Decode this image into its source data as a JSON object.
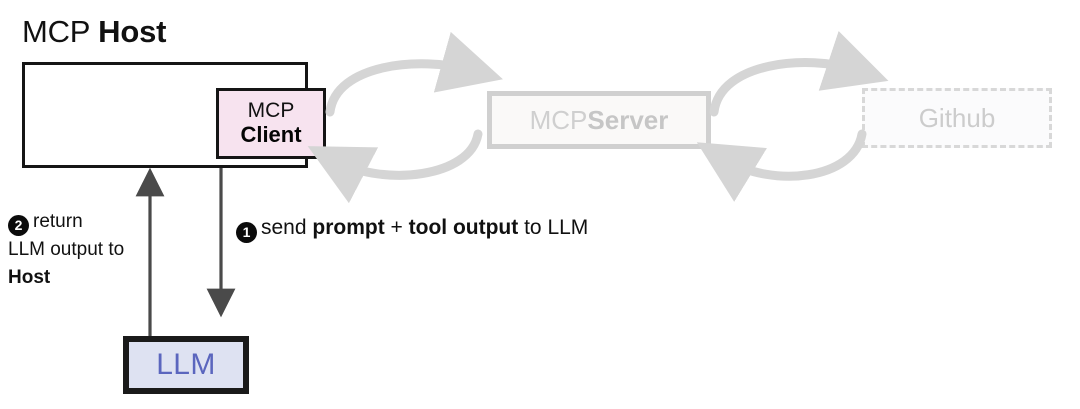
{
  "diagram": {
    "title_regular": "MCP ",
    "title_bold": "Host",
    "host_box_name": "MCP Host container"
  },
  "nodes": {
    "mcp_client": {
      "line1": "MCP",
      "line2": "Client",
      "fill": "#F7E3EF",
      "border": "#151515"
    },
    "mcp_server": {
      "label_regular": "MCP ",
      "label_bold": "Server",
      "fill": "#FAF9F8",
      "border": "#D0D0D0",
      "text_color": "#CFCFCF",
      "state": "faded"
    },
    "github": {
      "label": "Github",
      "fill": "#FBFBFC",
      "border": "#D8D8D8",
      "text_color": "#CCCCCC",
      "border_style": "dashed",
      "state": "faded"
    },
    "llm": {
      "label": "LLM",
      "fill": "#DEE2F2",
      "border": "#1A1A1A",
      "text_color": "#5B66BE"
    }
  },
  "steps": [
    {
      "number": "1",
      "badge": "❶",
      "text_parts": [
        {
          "text": "send ",
          "bold": false
        },
        {
          "text": "prompt",
          "bold": true
        },
        {
          "text": " + ",
          "bold": false
        },
        {
          "text": "tool output",
          "bold": true
        },
        {
          "text": " to LLM",
          "bold": false
        }
      ],
      "full_text": "send prompt + tool output to LLM",
      "direction": "down",
      "from": "MCP Host",
      "to": "LLM"
    },
    {
      "number": "2",
      "badge": "❷",
      "lines": [
        {
          "text": "return",
          "bold": false
        },
        {
          "text": "LLM output to",
          "bold": false
        },
        {
          "text": "Host",
          "bold": true
        }
      ],
      "full_text": "return LLM output to Host",
      "direction": "up",
      "from": "LLM",
      "to": "MCP Host"
    }
  ],
  "step1": {
    "badge": "1",
    "seg1": "send ",
    "seg2": "prompt",
    "seg3": " + ",
    "seg4": "tool output",
    "seg5": " to LLM"
  },
  "step2": {
    "badge": "2",
    "line1": "return",
    "line2": "LLM output to",
    "line3": "Host"
  },
  "connectors": {
    "arrow_color_dark": "#4A4A4A",
    "arrow_color_light": "#D5D5D5",
    "client_to_server": "bidirectional",
    "server_to_github": "bidirectional"
  }
}
